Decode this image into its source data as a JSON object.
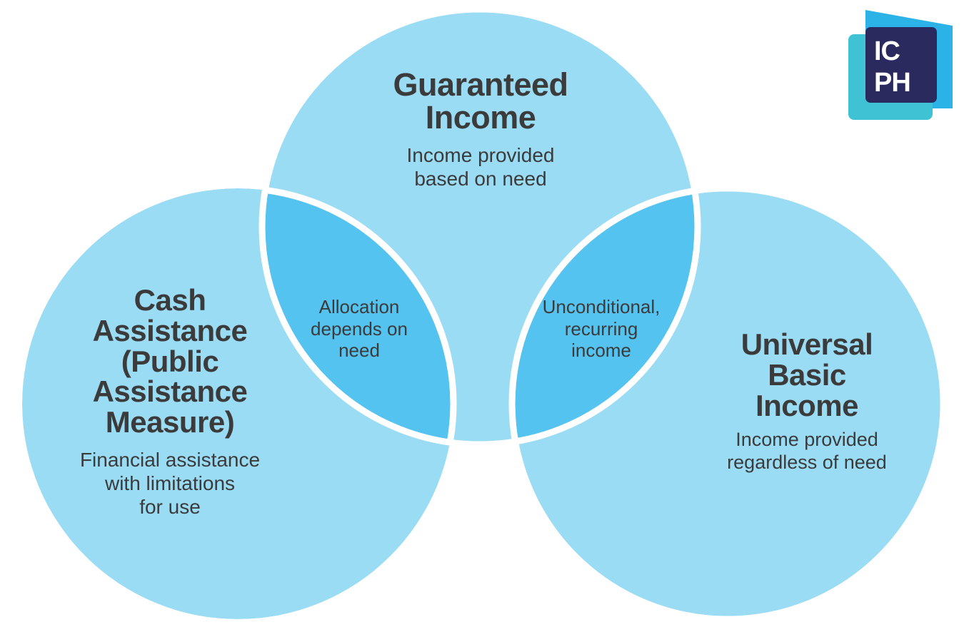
{
  "diagram": {
    "type": "venn",
    "background": "#ffffff",
    "colors": {
      "circle_fill": "#9BDCF5",
      "overlap_fill": "#55C3F0",
      "stroke": "#ffffff",
      "text": "#3b3b3b"
    },
    "circles": [
      {
        "id": "guaranteed-income",
        "position": "top",
        "heading_line1": "Guaranteed",
        "heading_line2": "Income",
        "sub_line1": "Income provided",
        "sub_line2": "based on need"
      },
      {
        "id": "cash-assistance",
        "position": "left",
        "heading_line1": "Cash",
        "heading_line2": "Assistance",
        "heading_line3": "(Public",
        "heading_line4": "Assistance",
        "heading_line5": "Measure)",
        "sub_line1": "Financial assistance",
        "sub_line2": "with limitations",
        "sub_line3": "for use"
      },
      {
        "id": "universal-basic-income",
        "position": "right",
        "heading_line1": "Universal",
        "heading_line2": "Basic",
        "heading_line3": "Income",
        "sub_line1": "Income provided",
        "sub_line2": "regardless of need"
      }
    ],
    "overlaps": [
      {
        "id": "overlap-left",
        "between": "cash-assistance + guaranteed-income",
        "line1": "Allocation",
        "line2": "depends on",
        "line3": "need"
      },
      {
        "id": "overlap-right",
        "between": "guaranteed-income + universal-basic-income",
        "line1": "Unconditional,",
        "line2": "recurring",
        "line3": "income"
      }
    ]
  },
  "logo": {
    "name": "ICPH",
    "line1": "IC",
    "line2": "PH",
    "colors": {
      "banner_blue": "#2BB3E8",
      "teal": "#3FC3D4",
      "navy": "#2A2A5E",
      "letters": "#ffffff"
    }
  }
}
